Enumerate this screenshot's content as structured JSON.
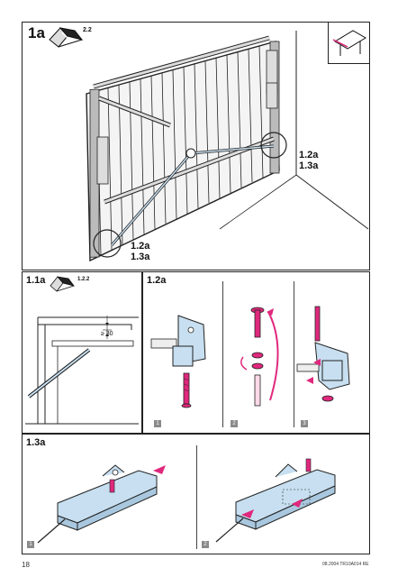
{
  "page_number": "18",
  "footer_code": "08.2004  TR10A014  RE",
  "top_panel": {
    "label": "1a",
    "ref_badge": "2.2",
    "callout_right": [
      "1.2a",
      "1.3a"
    ],
    "callout_bottom": [
      "1.2a",
      "1.3a"
    ]
  },
  "panel_1_1a": {
    "label": "1.1a",
    "ref_badge": "1.2.2",
    "dimension": "≥ 30"
  },
  "panel_1_2a": {
    "label": "1.2a",
    "steps": [
      "1",
      "2",
      "3"
    ]
  },
  "panel_1_3a": {
    "label": "1.3a",
    "steps": [
      "1",
      "2"
    ]
  },
  "colors": {
    "accent": "#e0287d",
    "hardware": "#c7dff0",
    "outline": "#222222",
    "step_box": "#8a8a8a"
  }
}
